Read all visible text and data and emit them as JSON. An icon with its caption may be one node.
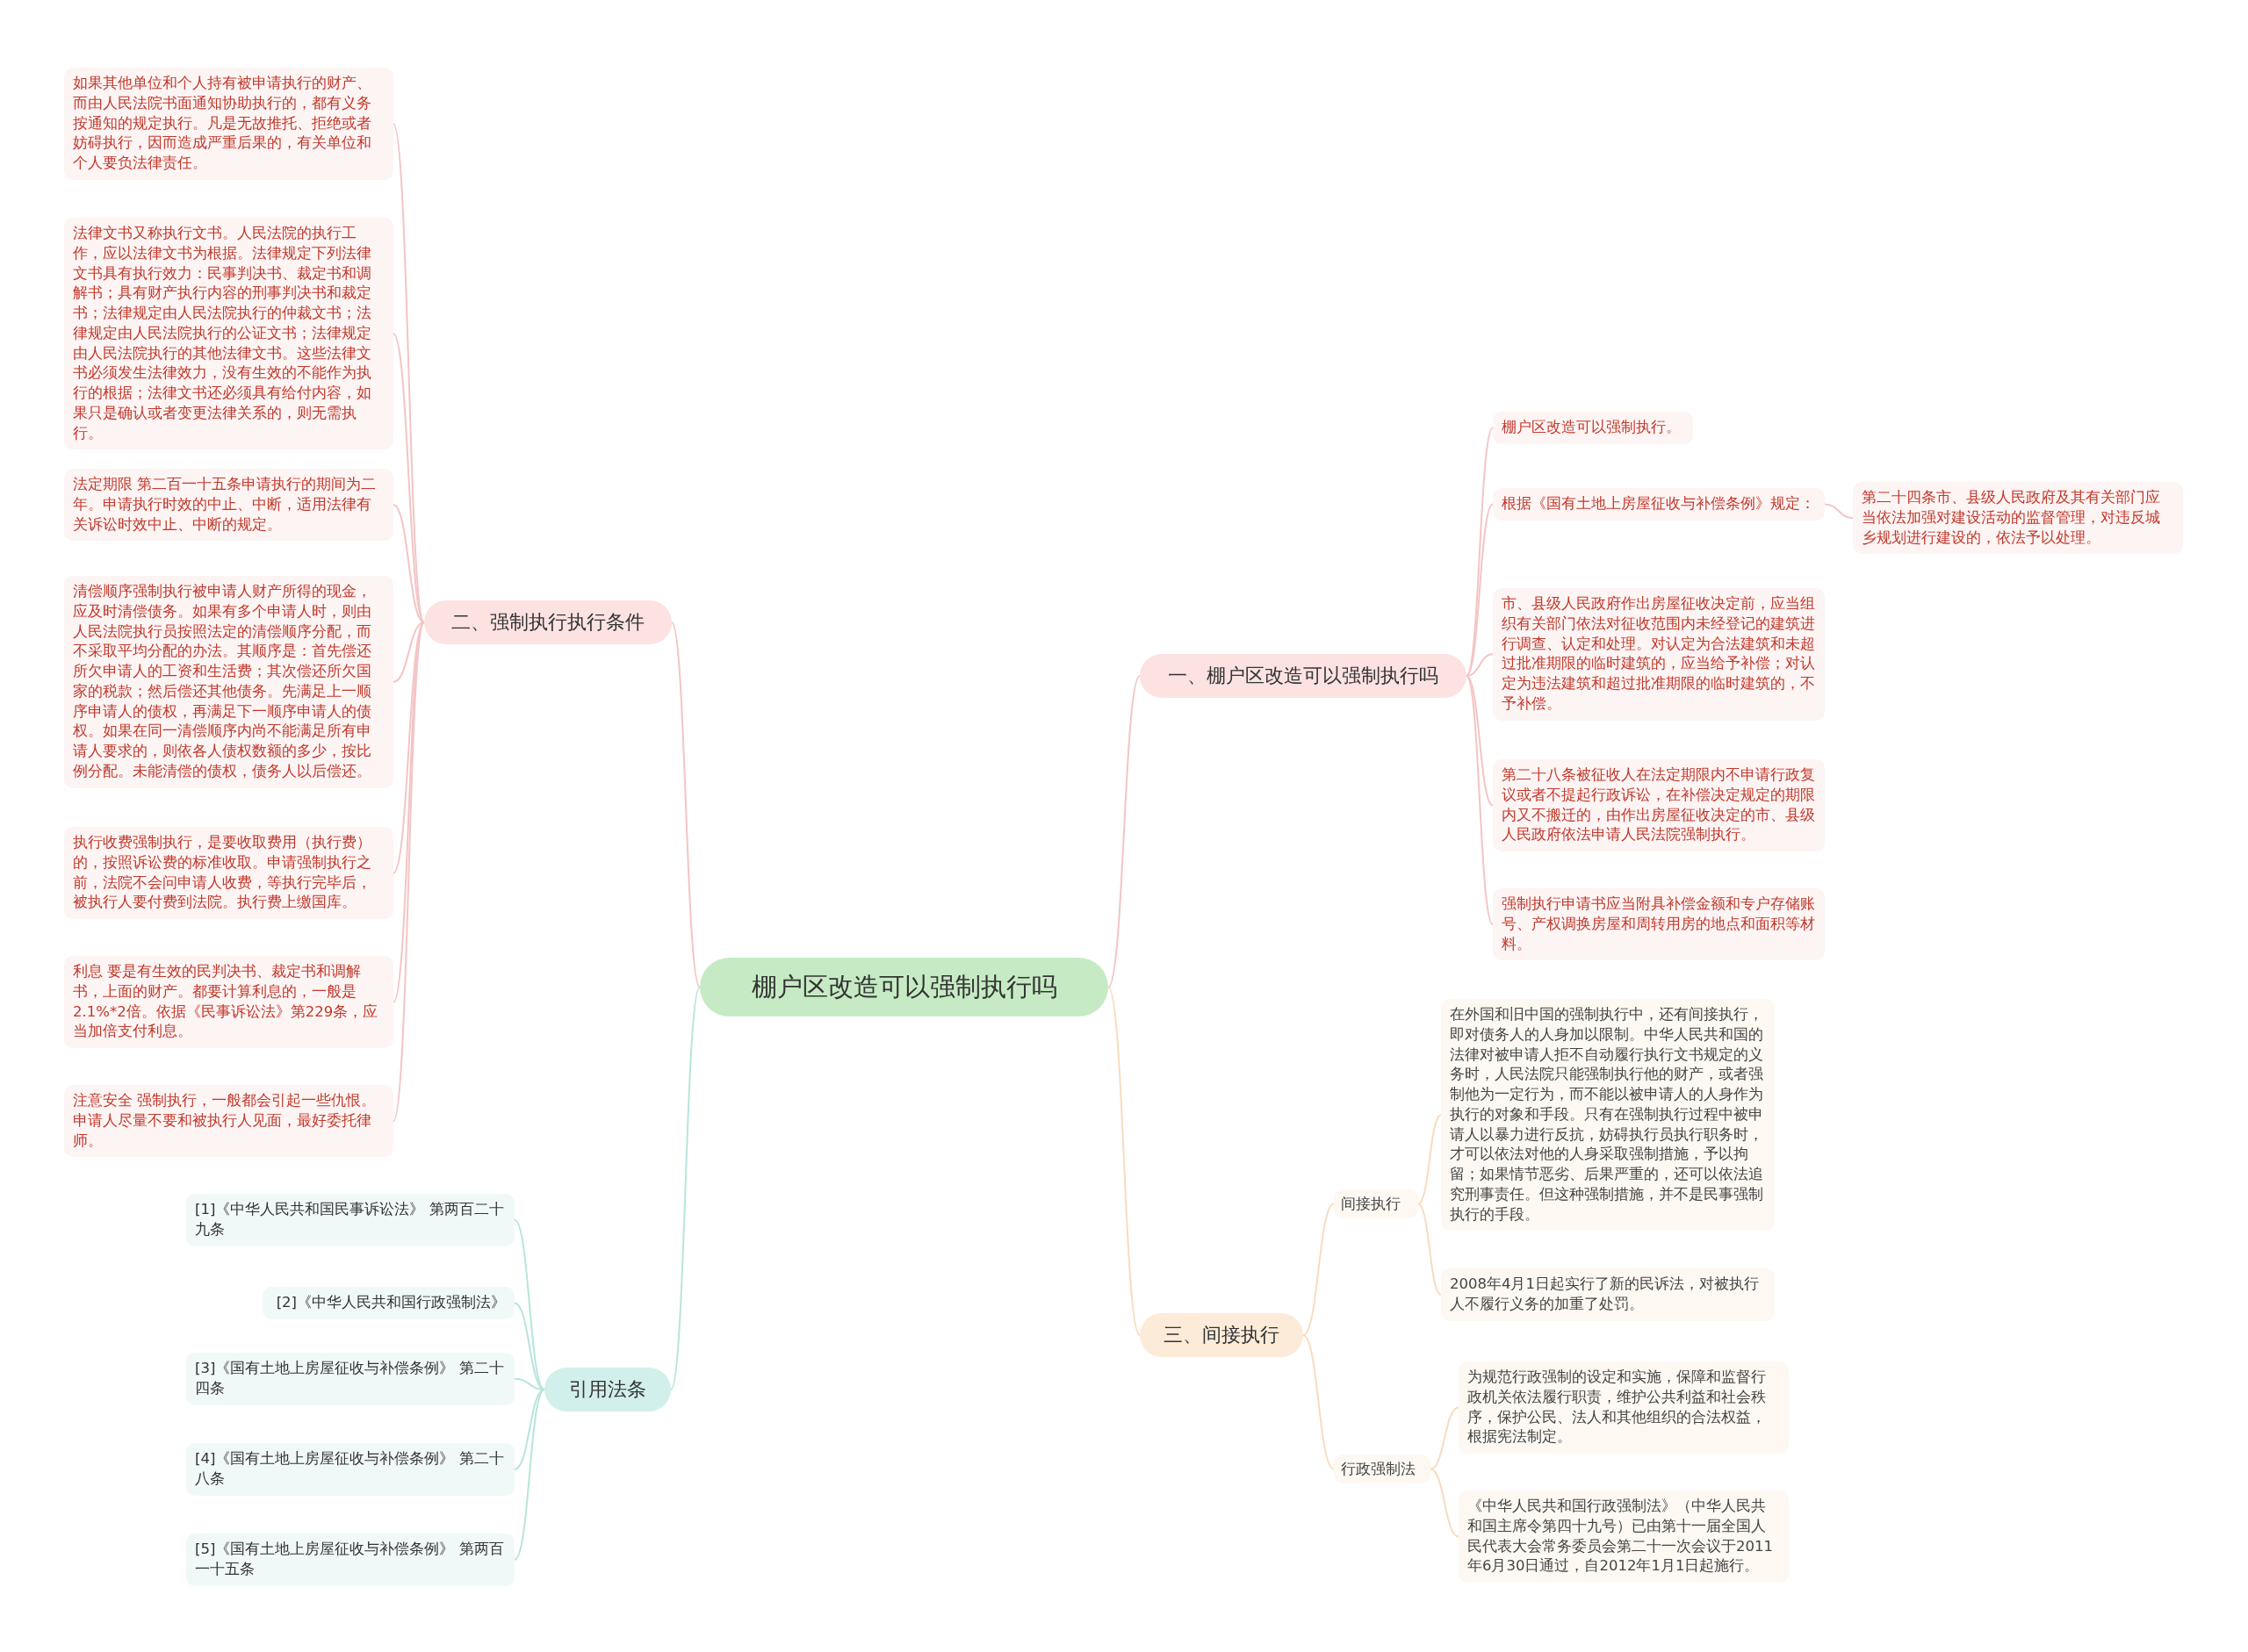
{
  "diagram": {
    "nodes": [
      {
        "text": [
          "棚户区改造可以强制执行吗"
        ]
      },
      {
        "text": [
          "一、棚户区改造可以强制执行吗"
        ]
      },
      {
        "text": [
          "棚户区改造可以强制执行。"
        ]
      },
      {
        "text": [
          "根据《国有土地上房屋征收与补偿条例》规定："
        ]
      },
      {
        "text": [
          "第二十四条市、县级人民政府及其有关部门应当依法加强对建设活动的监督管理，对违反城乡规划进行建设的，依法予以处理。"
        ]
      },
      {
        "text": [
          "市、县级人民政府作出房屋征收决定前，应当组织有关部门依法对征收范围内未经登记的建筑进行调查、认定和处理。对认定为合法建筑和未超过批准期限的临时建筑的，应当给予补偿；对认定为违法建筑和超过批准期限的临时建筑的，不予补偿。"
        ]
      },
      {
        "text": [
          "第二十八条被征收人在法定期限内不申请行政复议或者不提起行政诉讼，在补偿决定规定的期限内又不搬迁的，由作出房屋征收决定的市、县级人民政府依法申请人民法院强制执行。"
        ]
      },
      {
        "text": [
          "强制执行申请书应当附具补偿金额和专户存储账号、产权调换房屋和周转用房的地点和面积等材料。"
        ]
      },
      {
        "text": [
          "二、强制执行执行条件"
        ]
      },
      {
        "text": [
          "如果其他单位和个人持有被申请执行的财产、而由人民法院书面通知协助执行的，都有义务按通知的规定执行。凡是无故推托、拒绝或者妨碍执行，因而造成严重后果的，有关单位和个人要负法律责任。"
        ]
      },
      {
        "text": [
          "法律文书又称执行文书。人民法院的执行工作，应以法律文书为根据。法律规定下列法律文书具有执行效力：民事判决书、裁定书和调解书；具有财产执行内容的刑事判决书和裁定书；法律规定由人民法院执行的仲裁文书；法律规定由人民法院执行的公证文书；法律规定由人民法院执行的其他法律文书。这些法律文书必须发生法律效力，没有生效的不能作为执行的根据；法律文书还必须具有给付内容，如果只是确认或者变更法律关系的，则无需执行。"
        ]
      },
      {
        "text": [
          "法定期限 第二百一十五条申请执行的期间为二年。申请执行时效的中止、中断，适用法律有关诉讼时效中止、中断的规定。"
        ]
      },
      {
        "text": [
          "清偿顺序强制执行被申请人财产所得的现金，应及时清偿债务。如果有多个申请人时，则由人民法院执行员按照法定的清偿顺序分配，而不采取平均分配的办法。其顺序是：首先偿还所欠申请人的工资和生活费；其次偿还所欠国家的税款；然后偿还其他债务。先满足上一顺序申请人的债权，再满足下一顺序申请人的债权。如果在同一清偿顺序内尚不能满足所有申请人要求的，则依各人债权数额的多少，按比例分配。未能清偿的债权，债务人以后偿还。"
        ]
      },
      {
        "text": [
          "执行收费强制执行，是要收取费用（执行费）的，按照诉讼费的标准收取。申请强制执行之前，法院不会问申请人收费，等执行完毕后，被执行人要付费到法院。执行费上缴国库。"
        ]
      },
      {
        "text": [
          "利息 要是有生效的民判决书、裁定书和调解书，上面的财产。都要计算利息的，一般是2.1%*2倍。依据《民事诉讼法》第229条，应当加倍支付利息。"
        ]
      },
      {
        "text": [
          "注意安全 强制执行，一般都会引起一些仇恨。申请人尽量不要和被执行人见面，最好委托律师。"
        ]
      },
      {
        "text": [
          "三、间接执行"
        ]
      },
      {
        "text": [
          "间接执行"
        ]
      },
      {
        "text": [
          "在外国和旧中国的强制执行中，还有间接执行，即对债务人的人身加以限制。中华人民共和国的法律对被申请人拒不自动履行执行文书规定的义务时，人民法院只能强制执行他的财产，或者强制他为一定行为，而不能以被申请人的人身作为执行的对象和手段。只有在强制执行过程中被申请人以暴力进行反抗，妨碍执行员执行职务时，才可以依法对他的人身采取强制措施，予以拘留；如果情节恶劣、后果严重的，还可以依法追究刑事责任。但这种强制措施，并不是民事强制执行的手段。"
        ]
      },
      {
        "text": [
          "2008年4月1日起实行了新的民诉法，对被执行人不履行义务的加重了处罚。"
        ]
      },
      {
        "text": [
          "行政强制法"
        ]
      },
      {
        "text": [
          "为规范行政强制的设定和实施，保障和监督行政机关依法履行职责，维护公共利益和社会秩序，保护公民、法人和其他组织的合法权益，根据宪法制定。"
        ]
      },
      {
        "text": [
          "《中华人民共和国行政强制法》（中华人民共和国主席令第四十九号）已由第十一届全国人民代表大会常务委员会第二十一次会议于2011年6月30日通过，自2012年1月1日起施行。"
        ]
      },
      {
        "text": [
          "引用法条"
        ]
      },
      {
        "text": [
          "[1]《中华人民共和国民事诉讼法》 第两百二十九条"
        ]
      },
      {
        "text": [
          "[2]《中华人民共和国行政强制法》"
        ]
      },
      {
        "text": [
          "[3]《国有土地上房屋征收与补偿条例》 第二十四条"
        ]
      },
      {
        "text": [
          "[4]《国有土地上房屋征收与补偿条例》 第二十八条"
        ]
      },
      {
        "text": [
          "[5]《国有土地上房屋征收与补偿条例》 第两百一十五条"
        ]
      }
    ],
    "edges": [
      {
        "from": 0,
        "to": 1,
        "arrow": "none"
      },
      {
        "from": 1,
        "to": 2,
        "arrow": "none"
      },
      {
        "from": 1,
        "to": 3,
        "arrow": "none"
      },
      {
        "from": 3,
        "to": 4,
        "arrow": "none"
      },
      {
        "from": 1,
        "to": 5,
        "arrow": "none"
      },
      {
        "from": 1,
        "to": 6,
        "arrow": "none"
      },
      {
        "from": 1,
        "to": 7,
        "arrow": "none"
      },
      {
        "from": 0,
        "to": 8,
        "arrow": "none"
      },
      {
        "from": 8,
        "to": 9,
        "arrow": "none"
      },
      {
        "from": 8,
        "to": 10,
        "arrow": "none"
      },
      {
        "from": 8,
        "to": 11,
        "arrow": "none"
      },
      {
        "from": 8,
        "to": 12,
        "arrow": "none"
      },
      {
        "from": 8,
        "to": 13,
        "arrow": "none"
      },
      {
        "from": 8,
        "to": 14,
        "arrow": "none"
      },
      {
        "from": 8,
        "to": 15,
        "arrow": "none"
      },
      {
        "from": 0,
        "to": 16,
        "arrow": "none",
        "color": "#f8dcc0"
      },
      {
        "from": 16,
        "to": 17,
        "arrow": "none",
        "color": "#f8dcc0"
      },
      {
        "from": 17,
        "to": 18,
        "arrow": "none",
        "color": "#f8dcc0"
      },
      {
        "from": 17,
        "to": 19,
        "arrow": "none",
        "color": "#f8dcc0"
      },
      {
        "from": 16,
        "to": 20,
        "arrow": "none",
        "color": "#f8dcc0"
      },
      {
        "from": 20,
        "to": 21,
        "arrow": "none",
        "color": "#f8dcc0"
      },
      {
        "from": 20,
        "to": 22,
        "arrow": "none",
        "color": "#f8dcc0"
      },
      {
        "from": 0,
        "to": 23,
        "arrow": "none",
        "color": "#b8e4dc"
      },
      {
        "from": 23,
        "to": 24,
        "arrow": "none",
        "color": "#b8e4dc"
      },
      {
        "from": 23,
        "to": 25,
        "arrow": "none",
        "color": "#b8e4dc"
      },
      {
        "from": 23,
        "to": 26,
        "arrow": "none",
        "color": "#b8e4dc"
      },
      {
        "from": 23,
        "to": 27,
        "arrow": "none",
        "color": "#b8e4dc"
      },
      {
        "from": 23,
        "to": 28,
        "arrow": "none",
        "color": "#b8e4dc"
      }
    ]
  }
}
